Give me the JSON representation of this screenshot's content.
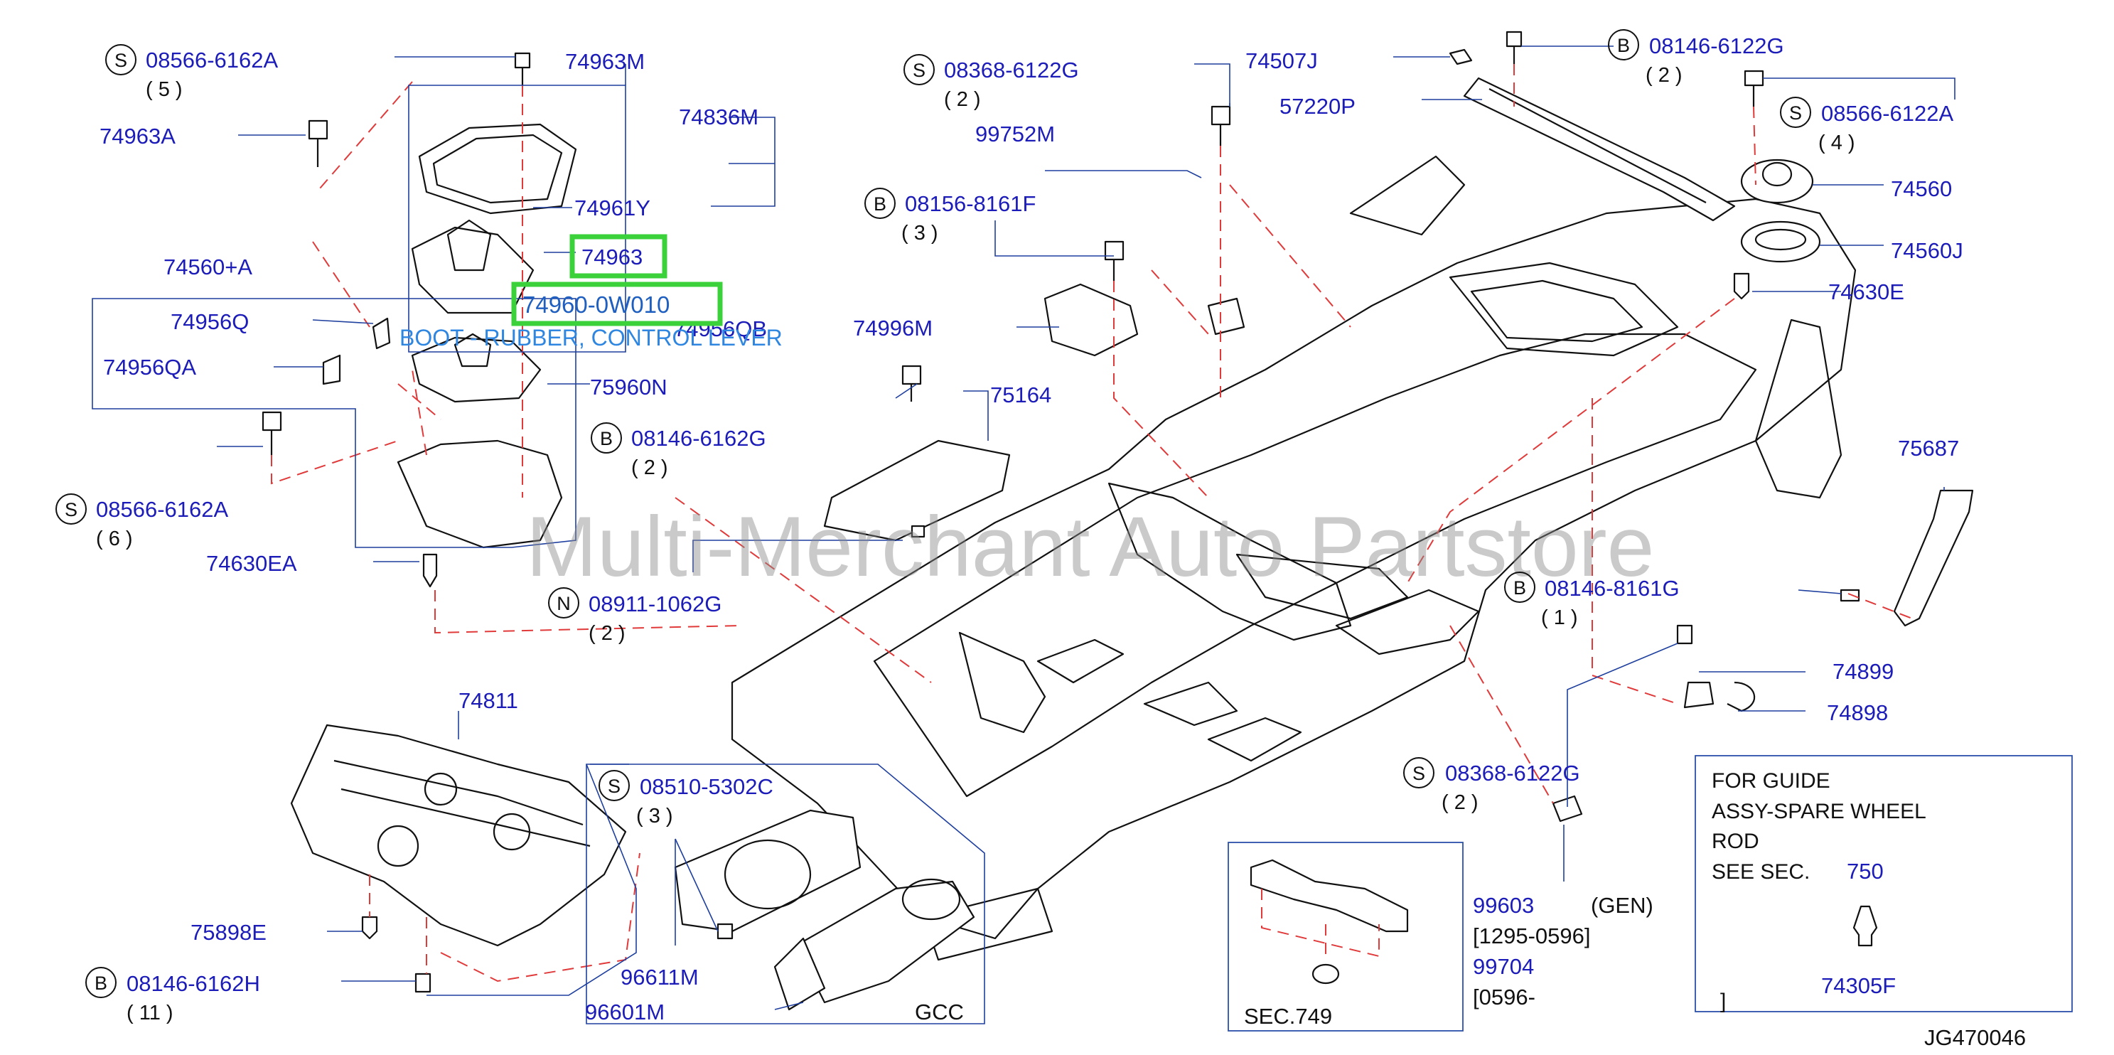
{
  "diagram_id": "JG470046",
  "watermark": "Multi-Merchant Auto Partstore",
  "highlight": {
    "part_74963": "74963",
    "part_number": "74960-0W010",
    "description": "BOOT - RUBBER, CONTROL LEVER"
  },
  "prefixes": {
    "s": "S",
    "b": "B",
    "n": "N"
  },
  "callouts": {
    "s_08566_6162a_1": "08566-6162A",
    "q_5": "( 5 )",
    "p_74963m": "74963M",
    "p_74836m": "74836M",
    "p_74963a": "74963A",
    "p_74961y": "74961Y",
    "p_74560a": "74560+A",
    "p_74956q": "74956Q",
    "p_74956qb": "74956QB",
    "p_74956qa": "74956QA",
    "p_75960n": "75960N",
    "s_08566_6162a_2": "08566-6162A",
    "q_6": "( 6 )",
    "b_08146_6162g": "08146-6162G",
    "q_2a": "( 2 )",
    "p_74630ea": "74630EA",
    "n_08911_1062g": "08911-1062G",
    "q_2b": "( 2 )",
    "s_08368_6122g_1": "08368-6122G",
    "q_2c": "( 2 )",
    "p_74507j": "74507J",
    "p_99752m": "99752M",
    "p_57220p": "57220P",
    "b_08146_6122g": "08146-6122G",
    "q_2d": "( 2 )",
    "s_08566_6122a": "08566-6122A",
    "q_4": "( 4 )",
    "p_74560": "74560",
    "p_74560j": "74560J",
    "p_74630e": "74630E",
    "b_08156_8161f": "08156-8161F",
    "q_3a": "( 3 )",
    "p_74996m": "74996M",
    "p_75164": "75164",
    "p_75687": "75687",
    "b_08146_8161g": "08146-8161G",
    "q_1": "( 1 )",
    "p_74899": "74899",
    "p_74898": "74898",
    "s_08368_6122g_2": "08368-6122G",
    "q_2e": "( 2 )",
    "p_74811": "74811",
    "p_75898e": "75898E",
    "b_08146_6162h": "08146-6162H",
    "q_11": "( 11 )",
    "s_08510_5302c": "08510-5302C",
    "q_3b": "( 3 )",
    "p_96611m": "96611M",
    "p_96601m": "96601M",
    "gcc": "GCC",
    "p_99603": "99603",
    "gen": "(GEN)",
    "date_1": "[1295-0596]",
    "p_99704": "99704",
    "date_2": "[0596-",
    "sec_749": "SEC.749"
  },
  "note": {
    "line1": "FOR  GUIDE",
    "line2": "ASSY-SPARE  WHEEL",
    "line3": "ROD",
    "line4": "SEE  SEC.",
    "sec": "750",
    "part": "74305F",
    "bracket": "]"
  }
}
